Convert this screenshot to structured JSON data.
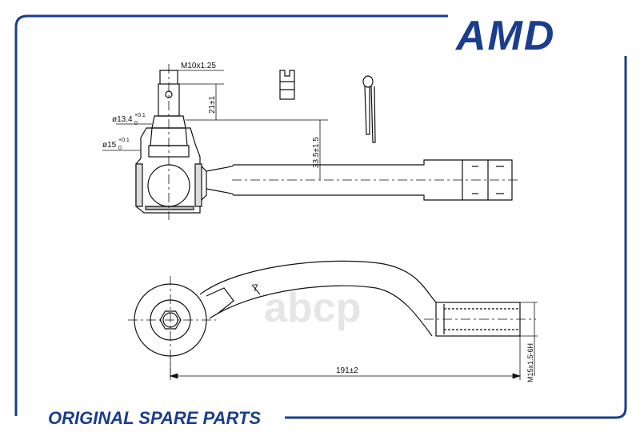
{
  "brand": {
    "logo_text": "AMD",
    "footer_text": "ORIGINAL SPARE PARTS",
    "watermark_text": "аbcp",
    "color": "#1a3d8f"
  },
  "dimensions": {
    "thread_top": "M10x1.25",
    "height_21": "21±1",
    "dia_13_4": "ø13.4",
    "dia_13_4_tol_upper": "+0.1",
    "dia_13_4_tol_lower": "0",
    "dia_15": "ø15",
    "dia_15_tol_upper": "+0.1",
    "dia_15_tol_lower": "0",
    "height_33_5": "33.5±1.5",
    "marker_7": "7",
    "length_191": "191±2",
    "thread_end": "M15x1.5-6H"
  },
  "parts": {
    "top_view": "side-view",
    "bottom_view": "plan-view",
    "nut_icon": "castle-nut-icon",
    "pin_icon": "cotter-pin-icon"
  }
}
